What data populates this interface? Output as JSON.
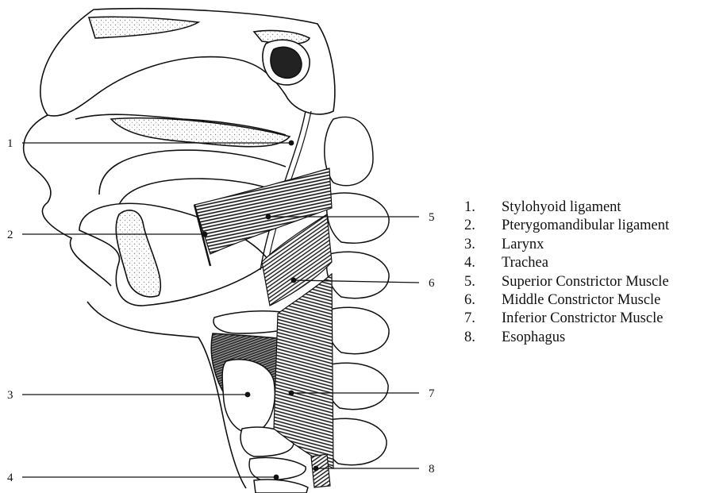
{
  "callouts": [
    {
      "number": "1"
    },
    {
      "number": "2"
    },
    {
      "number": "3"
    },
    {
      "number": "4"
    },
    {
      "number": "5"
    },
    {
      "number": "6"
    },
    {
      "number": "7"
    },
    {
      "number": "8"
    }
  ],
  "legend": [
    {
      "number": "1.",
      "label": "Stylohyoid ligament"
    },
    {
      "number": "2.",
      "label": "Pterygomandibular ligament"
    },
    {
      "number": "3.",
      "label": "Larynx"
    },
    {
      "number": "4.",
      "label": "Trachea"
    },
    {
      "number": "5.",
      "label": "Superior Constrictor Muscle"
    },
    {
      "number": "6.",
      "label": "Middle Constrictor Muscle"
    },
    {
      "number": "7.",
      "label": "Inferior Constrictor Muscle"
    },
    {
      "number": "8.",
      "label": "Esophagus"
    }
  ],
  "colors": {
    "ink": "#111111",
    "stipple": "#9a9a9a",
    "background": "#ffffff"
  }
}
